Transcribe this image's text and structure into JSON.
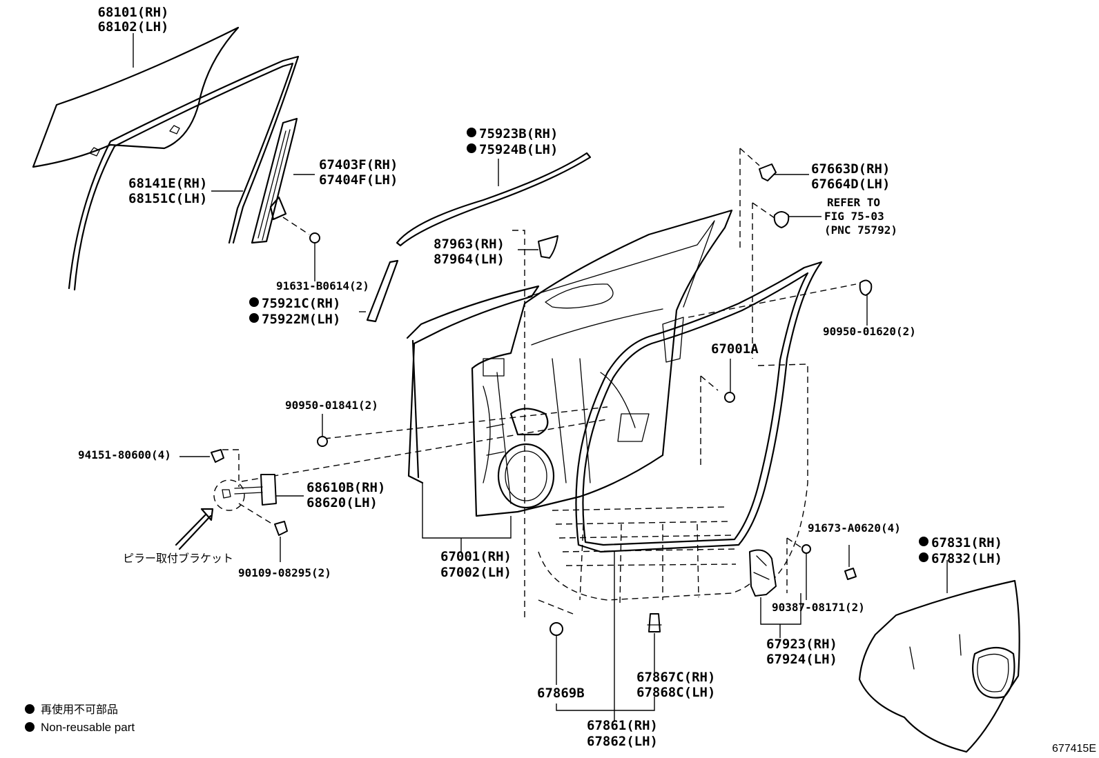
{
  "callouts": {
    "c68101": [
      "68101(RH)",
      "68102(LH)"
    ],
    "c68141": [
      "68141E(RH)",
      "68151C(LH)"
    ],
    "c67403": [
      "67403F(RH)",
      "67404F(LH)"
    ],
    "c91631": "91631-B0614(2)",
    "c75921": [
      "75921C(RH)",
      "75922M(LH)"
    ],
    "c75923": [
      "75923B(RH)",
      "75924B(LH)"
    ],
    "c87963": [
      "87963(RH)",
      "87964(LH)"
    ],
    "c67663": [
      "67663D(RH)",
      "67664D(LH)"
    ],
    "cRefer": [
      "REFER TO",
      "FIG 75-03",
      "(PNC 75792)"
    ],
    "c90950a": "90950-01620(2)",
    "c67001A": "67001A",
    "c90950b": "90950-01841(2)",
    "c94151": "94151-80600(4)",
    "c68610": [
      "68610B(RH)",
      "68620(LH)"
    ],
    "cPillar": "ピラー取付ブラケット",
    "c90109": "90109-08295(2)",
    "c67001": [
      "67001(RH)",
      "67002(LH)"
    ],
    "c91673": "91673-A0620(4)",
    "c67831": [
      "67831(RH)",
      "67832(LH)"
    ],
    "c90387": "90387-08171(2)",
    "c67923": [
      "67923(RH)",
      "67924(LH)"
    ],
    "c67869": "67869B",
    "c67867": [
      "67867C(RH)",
      "67868C(LH)"
    ],
    "c67861": [
      "67861(RH)",
      "67862(LH)"
    ]
  },
  "legend": {
    "jp": "再使用不可部品",
    "en": "Non-reusable part"
  },
  "diagram_id": "677415E"
}
